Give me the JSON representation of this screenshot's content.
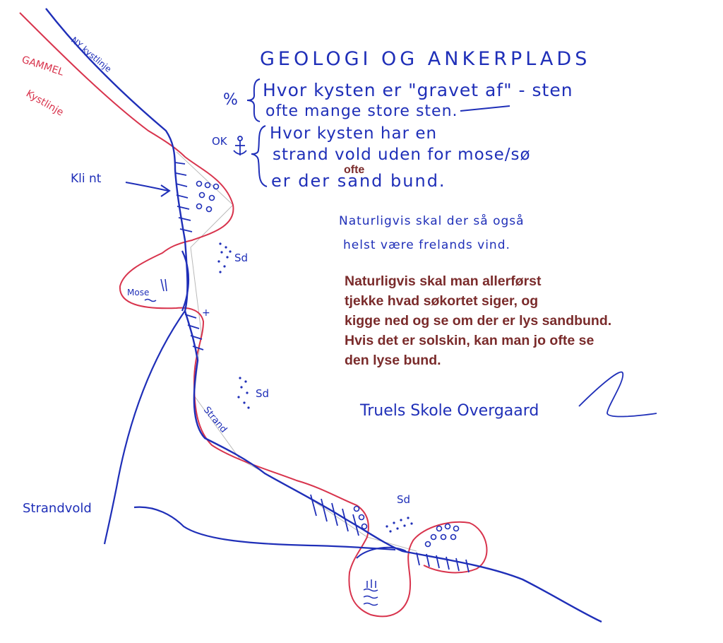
{
  "title": "GEOLOGI OG ANKERPLADS",
  "bullet_bad": {
    "mark": "%",
    "lines": [
      "Hvor kysten er \"gravet af\" - sten",
      "ofte mange store sten."
    ]
  },
  "bullet_ok": {
    "mark": "OK",
    "lines": [
      "Hvor kysten har en",
      "strand vold uden for mose/sø",
      "er der sand bund."
    ]
  },
  "inserted_word": "ofte",
  "wind_note": [
    "Naturligvis skal der så også",
    "helst være frelands vind."
  ],
  "typed_note": [
    "Naturligvis skal man allerførst",
    "tjekke hvad søkortet siger, og",
    "kigge ned og se om der er lys sandbund.",
    "Hvis det er solskin, kan man jo ofte se",
    "den lyse bund."
  ],
  "signature": "Truels Skole Overgaard",
  "map_labels": {
    "new_coastline": "NY kystlinje",
    "old_coastline": [
      "GAMMEL",
      "Kystlinje"
    ],
    "cliff": "Kli nt",
    "sand_1": "Sd",
    "sand_2": "Sd",
    "sand_3": "Sd",
    "marsh": "Mose",
    "beach": "Strand",
    "beach_ridge": "Strandvold"
  },
  "colors": {
    "ink_blue": "#1f2fb8",
    "ink_red": "#d8344d",
    "typed": "#7a2b2b",
    "pencil": "#b9b9b9"
  }
}
